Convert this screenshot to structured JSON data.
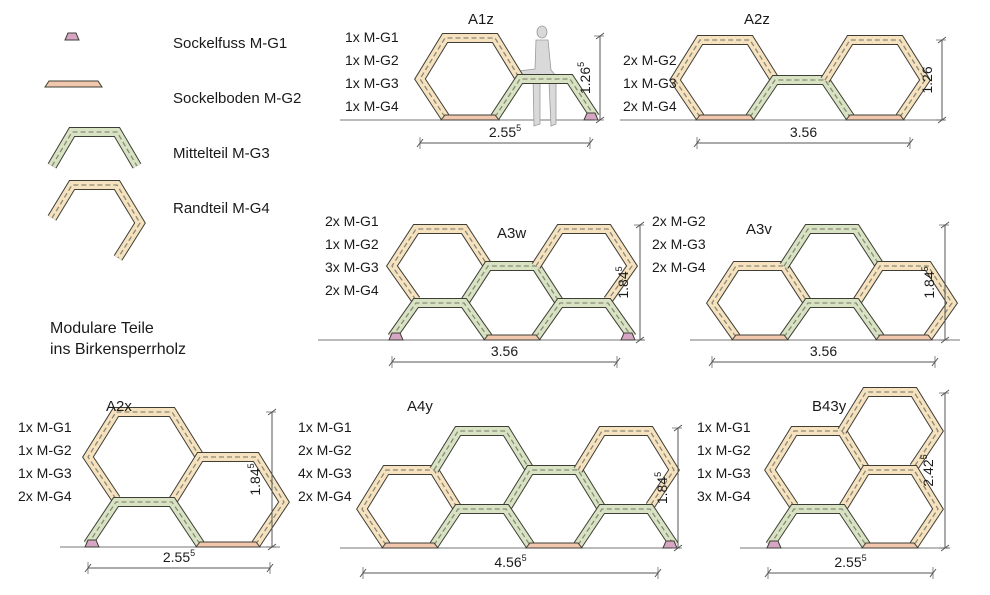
{
  "legend": {
    "items": [
      {
        "label": "Sockelfuss M-G1",
        "color": "#b07aa8"
      },
      {
        "label": "Sockelboden M-G2",
        "color": "#b5601c"
      },
      {
        "label": "Mittelteil M-G3",
        "color": "#5b7d28"
      },
      {
        "label": "Randteil M-G4",
        "color": "#d4963a"
      }
    ],
    "note": [
      "Modulare Teile",
      "ins Birkensperrholz"
    ]
  },
  "colors": {
    "outline": "#3e3e36",
    "dash": "#8a8a78",
    "randteil": "#f6e2bf",
    "mittelteil": "#d8e3c3",
    "sockelboden": "#f1c7ae",
    "sockelfuss": "#d6a6c4",
    "ground": "#777777"
  },
  "diagrams": [
    {
      "title": "A1z",
      "parts": [
        "1x M-G1",
        "1x M-G2",
        "1x M-G3",
        "1x M-G4"
      ],
      "width": {
        "v": "2.55",
        "sup": "5"
      },
      "height": {
        "v": "1.26",
        "sup": "5"
      }
    },
    {
      "title": "A2z",
      "parts": [
        "2x M-G2",
        "1x M-G3",
        "2x M-G4"
      ],
      "width": {
        "v": "3.56",
        "sup": ""
      },
      "height": {
        "v": "1.26",
        "sup": ""
      }
    },
    {
      "title": "A3w",
      "parts": [
        "2x M-G1",
        "1x M-G2",
        "3x M-G3",
        "2x M-G4"
      ],
      "width": {
        "v": "3.56",
        "sup": ""
      },
      "height": {
        "v": "1.84",
        "sup": "5"
      }
    },
    {
      "title": "A3v",
      "parts": [
        "2x M-G2",
        "2x M-G3",
        "2x M-G4"
      ],
      "width": {
        "v": "3.56",
        "sup": ""
      },
      "height": {
        "v": "1.84",
        "sup": "5"
      }
    },
    {
      "title": "A2x",
      "parts": [
        "1x M-G1",
        "1x M-G2",
        "1x M-G3",
        "2x M-G4"
      ],
      "width": {
        "v": "2.55",
        "sup": "5"
      },
      "height": {
        "v": "1.84",
        "sup": "5"
      }
    },
    {
      "title": "A4y",
      "parts": [
        "1x M-G1",
        "2x M-G2",
        "4x M-G3",
        "2x M-G4"
      ],
      "width": {
        "v": "4.56",
        "sup": "5"
      },
      "height": {
        "v": "1.84",
        "sup": "5"
      }
    },
    {
      "title": "B43y",
      "parts": [
        "1x M-G1",
        "1x M-G2",
        "1x M-G3",
        "3x M-G4"
      ],
      "width": {
        "v": "2.55",
        "sup": "5"
      },
      "height": {
        "v": "2.42",
        "sup": "5"
      }
    }
  ]
}
